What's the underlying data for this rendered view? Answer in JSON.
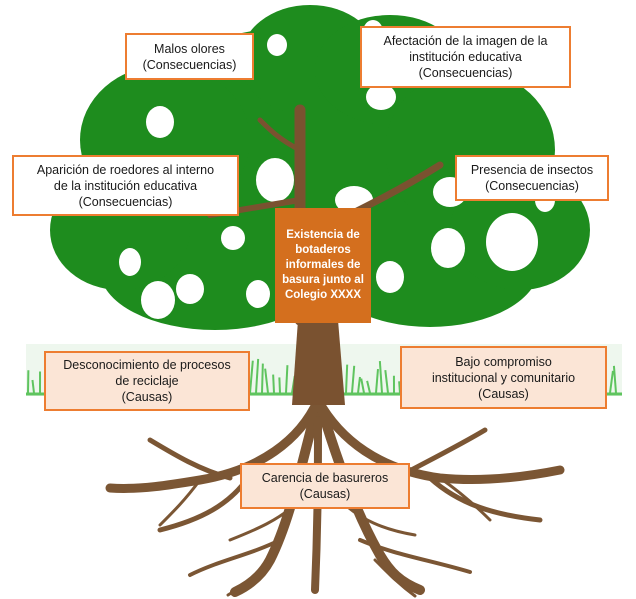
{
  "problem": {
    "lines": [
      "Existencia de",
      "botaderos",
      "informales",
      "de basura",
      "junto al",
      "Colegio XXXX"
    ]
  },
  "consequences": [
    {
      "id": "malos-olores",
      "lines": [
        "Malos olores"
      ],
      "tag": "(Consecuencias)"
    },
    {
      "id": "afectacion-imagen",
      "lines": [
        "Afectación de la imagen de la",
        "institución educativa"
      ],
      "tag": "(Consecuencias)"
    },
    {
      "id": "roedores",
      "lines": [
        "Aparición de roedores al interno",
        "de la institución educativa"
      ],
      "tag": "(Consecuencias)"
    },
    {
      "id": "insectos",
      "lines": [
        "Presencia de insectos"
      ],
      "tag": "(Consecuencias)"
    }
  ],
  "causes": [
    {
      "id": "desconocimiento",
      "lines": [
        "Desconocimiento de procesos",
        "de reciclaje"
      ],
      "tag": "(Causas)"
    },
    {
      "id": "bajo-compromiso",
      "lines": [
        "Bajo compromiso",
        "institucional y comunitario"
      ],
      "tag": "(Causas)"
    },
    {
      "id": "carencia-basureros",
      "lines": [
        "Carencia de basureros"
      ],
      "tag": "(Causas)"
    }
  ],
  "colors": {
    "canopy": "#1e8c1e",
    "trunk": "#7a5230",
    "roots": "#7b5634",
    "grass": "#5fc45f",
    "box_border": "#ed7d31",
    "cause_fill": "#fbe5d6",
    "core_fill": "#d46f1e"
  }
}
